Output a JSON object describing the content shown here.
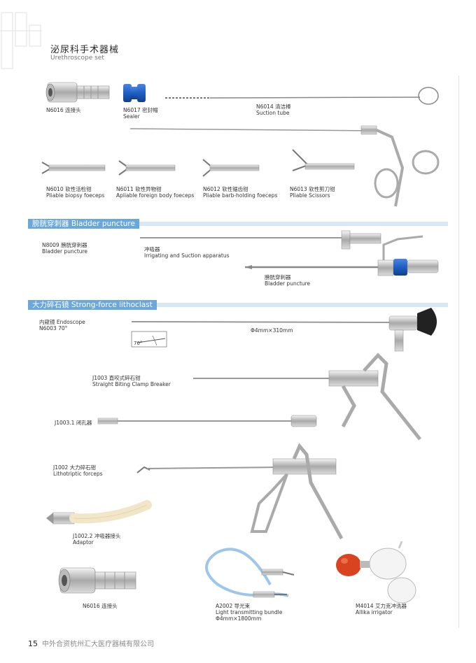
{
  "header": {
    "title_zh": "泌尿科手术器械",
    "title_en": "Urethroscope set"
  },
  "sections": [
    {
      "title": "膀胱穿刺器 Bladder puncture"
    },
    {
      "title": "大力碎石镜 Strong-force lithoclast"
    }
  ],
  "items": {
    "n6016_top": {
      "line1": "N6016  连接头"
    },
    "n6017": {
      "line1": "N6017  密封帽",
      "line2": "Sealer"
    },
    "n6014": {
      "line1": "N6014  清洁棒",
      "line2": "Suction tube"
    },
    "n6010": {
      "line1": "N6010  软性活检钳",
      "line2": "Pliable biopsy foeceps"
    },
    "n6011": {
      "line1": "N6011  软性异物钳",
      "line2": "Apliable foreign body foeceps"
    },
    "n6012": {
      "line1": "N6012  软性锯齿钳",
      "line2": "Pliable barb-holding foeceps"
    },
    "n6013": {
      "line1": "N6013  软性剪刀钳",
      "line2": "Pliable Scissors"
    },
    "n8009": {
      "line1": "N8009  膀胱穿刺器",
      "line2": "Bladder puncture"
    },
    "irrigating": {
      "line1": "冲吸器",
      "line2": "Irrigating and Suction apparatus"
    },
    "bladder_puncture": {
      "line1": "膀胱穿刺器",
      "line2": "Bladder puncture"
    },
    "endoscope": {
      "line1": "内窥镜  Endoscope",
      "line2": "N6003  70°"
    },
    "endoscope_size": {
      "line1": "Φ4mm×310mm"
    },
    "angle_detail": {
      "line1": "70°"
    },
    "j1003": {
      "line1": "J1003  直咬式碎石钳",
      "line2": "Straight Biting Clamp Breaker"
    },
    "j1003_1": {
      "line1": "J1003.1  闭孔器"
    },
    "j1002": {
      "line1": "J1002  大力碎石钳",
      "line2": "Lithotriptic forceps"
    },
    "j1002_2": {
      "line1": "J1002.2  冲吸器接头",
      "line2": "Adaptor"
    },
    "n6016_bottom": {
      "line1": "N6016  连接头"
    },
    "a2002": {
      "line1": "A2002  导光束",
      "line2": "Light transmitting bundle",
      "line3": "Φ4mm×1800mm"
    },
    "m4014": {
      "line1": "M4014  艾力克冲洗器",
      "line2": "Allika irrigator"
    }
  },
  "footer": {
    "page": "15",
    "company": "中外合资杭州汇大医疗器械有限公司"
  },
  "colors": {
    "accent": "#6aa7db",
    "band": "#d9e8f5",
    "sealer": "#1f5fc4",
    "bulb": "#d9431f",
    "hose": "#f1e6c8",
    "cable": "#9ec6ea"
  }
}
